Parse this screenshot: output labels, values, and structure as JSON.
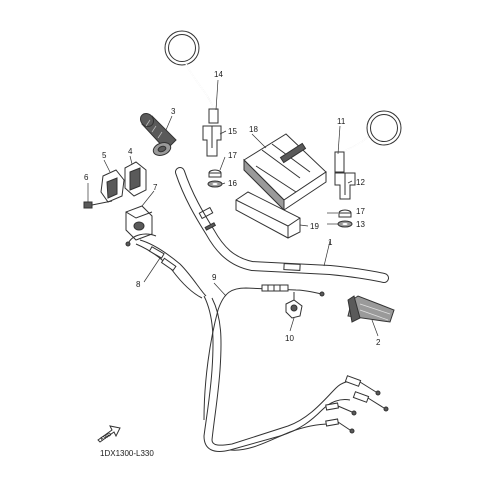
{
  "callouts": {
    "c1": "1",
    "c2": "2",
    "c3": "3",
    "c4": "4",
    "c5": "5",
    "c6": "6",
    "c7": "7",
    "c8": "8",
    "c9": "9",
    "c10": "10",
    "c11": "11",
    "c12": "12",
    "c13": "13",
    "c14": "14",
    "c15": "15",
    "c16": "16",
    "c17a": "17",
    "c17b": "17",
    "c18": "18",
    "c19": "19"
  },
  "diagram_code": "1DX1300-L330",
  "fwd_label": "FWD"
}
